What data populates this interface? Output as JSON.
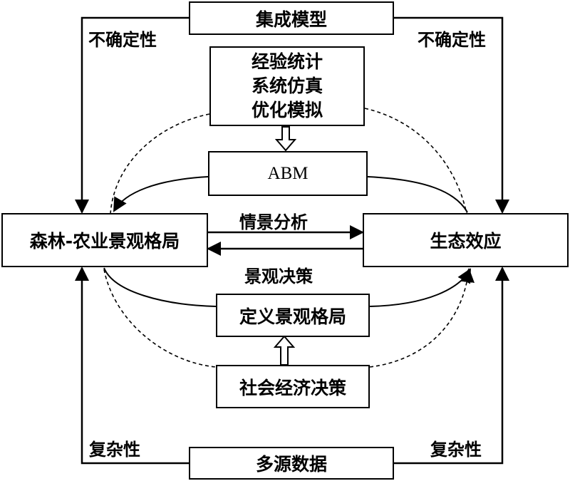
{
  "boxes": {
    "integrated_model": "集成模型",
    "methods": [
      "经验统计",
      "系统仿真",
      "优化模拟"
    ],
    "abm": "ABM",
    "landscape_pattern": "森林-农业景观格局",
    "ecological_effect": "生态效应",
    "define_pattern": "定义景观格局",
    "socio_economic": "社会经济决策",
    "multi_source_data": "多源数据"
  },
  "labels": {
    "uncertainty_left": "不确定性",
    "uncertainty_right": "不确定性",
    "scenario_analysis": "情景分析",
    "landscape_decision": "景观决策",
    "complexity_left": "复杂性",
    "complexity_right": "复杂性"
  }
}
